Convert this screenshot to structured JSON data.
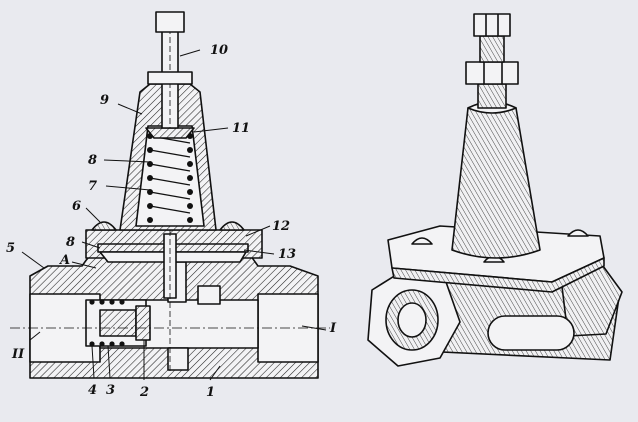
{
  "figure": {
    "background": "#e9eaef",
    "ink": "#111111",
    "callouts": [
      {
        "id": "c10",
        "text": "10"
      },
      {
        "id": "c9",
        "text": "9"
      },
      {
        "id": "c11",
        "text": "11"
      },
      {
        "id": "c8a",
        "text": "8"
      },
      {
        "id": "c7",
        "text": "7"
      },
      {
        "id": "c6",
        "text": "6"
      },
      {
        "id": "c12",
        "text": "12"
      },
      {
        "id": "c8b",
        "text": "8"
      },
      {
        "id": "c13",
        "text": "13"
      },
      {
        "id": "c5",
        "text": "5"
      },
      {
        "id": "cA",
        "text": "A"
      },
      {
        "id": "cII",
        "text": "II"
      },
      {
        "id": "cI",
        "text": "I"
      },
      {
        "id": "c4",
        "text": "4"
      },
      {
        "id": "c3",
        "text": "3"
      },
      {
        "id": "c2",
        "text": "2"
      },
      {
        "id": "c1",
        "text": "1"
      }
    ]
  }
}
